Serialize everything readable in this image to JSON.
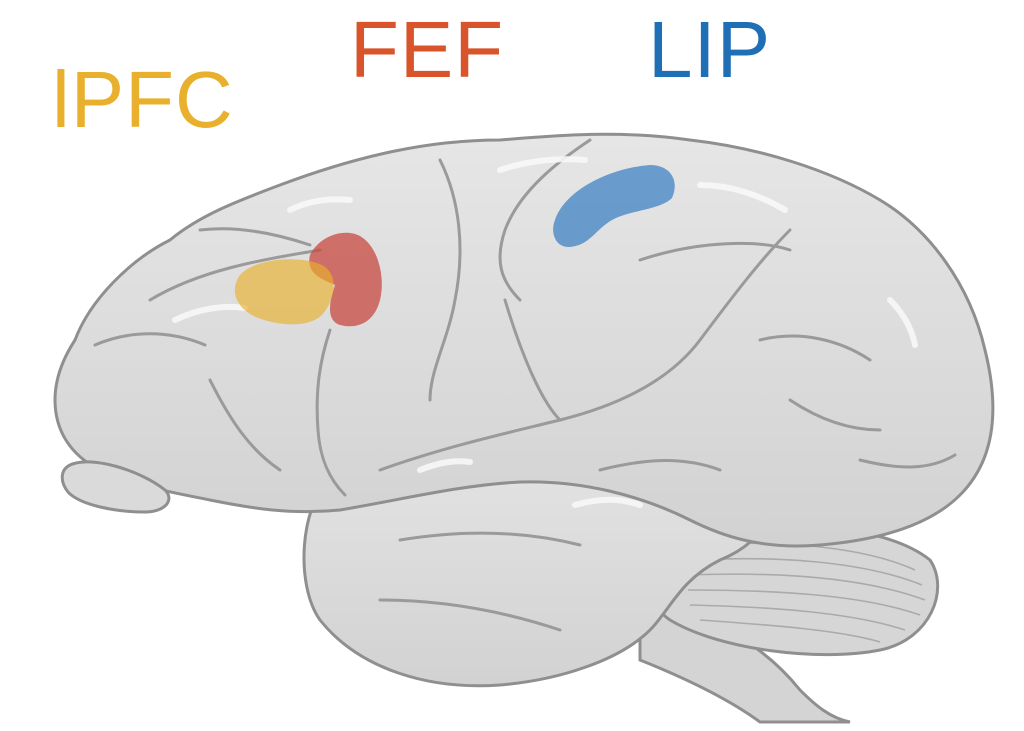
{
  "labels": {
    "lpfc": "lPFC",
    "fef": "FEF",
    "lip": "LIP"
  },
  "colors": {
    "lpfc": "#e8b02c",
    "fef": "#d9532b",
    "lip": "#1f6fb6",
    "brain_fill": "#dcdcdc",
    "brain_outline": "#8f8f8f"
  }
}
